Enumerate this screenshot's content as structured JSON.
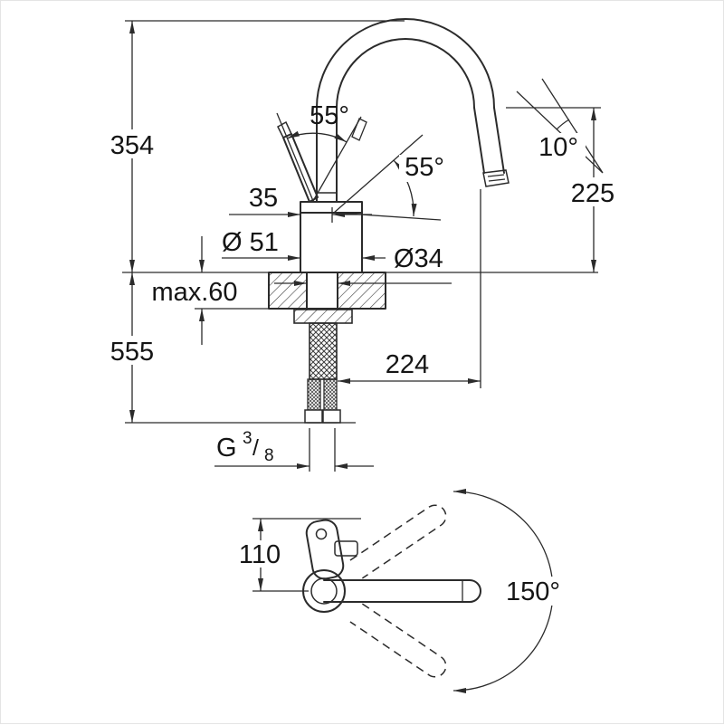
{
  "title": "Faucet technical drawing",
  "colors": {
    "background": "#ffffff",
    "line": "#2b2b2b",
    "text": "#151515"
  },
  "side_view": {
    "height_above_deck": "354",
    "height_below_deck": "555",
    "spout_height": "225",
    "spout_projection": "224",
    "handle_swing_upper": "55°",
    "handle_swing_lower": "55°",
    "outlet_angle": "10°",
    "handle_offset": "35",
    "body_diameter": "Ø 51",
    "mounting_hole_diameter": "Ø34",
    "max_deck_thickness": "max.60",
    "thread_prefix": "G",
    "thread_numerator": "3",
    "thread_slash": "/",
    "thread_denominator": "8"
  },
  "top_view": {
    "handle_length": "110",
    "swivel_range": "150°"
  }
}
